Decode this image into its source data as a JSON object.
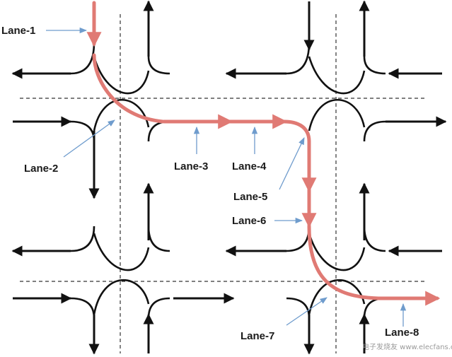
{
  "diagram": {
    "labels": [
      "Lane-1",
      "Lane-2",
      "Lane-3",
      "Lane-4",
      "Lane-5",
      "Lane-6",
      "Lane-7",
      "Lane-8"
    ],
    "watermark": "电子发烧友 www.elecfans.com"
  },
  "colors": {
    "road": "#111111",
    "route": "#e07a74",
    "pointer": "#6f9ccd",
    "divider": "#333333"
  }
}
